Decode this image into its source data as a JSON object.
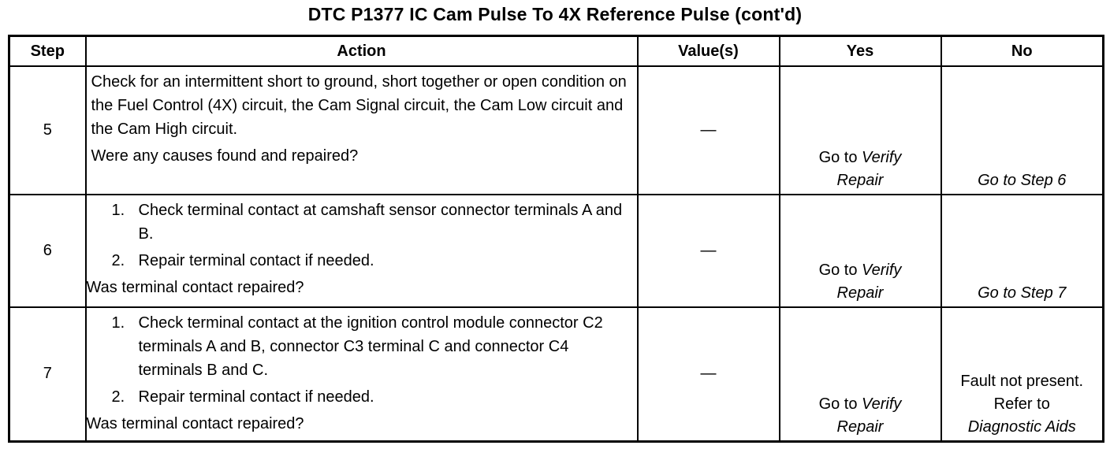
{
  "title": "DTC P1377 IC Cam Pulse To 4X Reference Pulse (cont'd)",
  "headers": {
    "step": "Step",
    "action": "Action",
    "values": "Value(s)",
    "yes": "Yes",
    "no": "No"
  },
  "rows": [
    {
      "step": "5",
      "action_text": "Check for an intermittent short to ground, short together or open condition on the Fuel Control (4X) circuit, the Cam Signal circuit, the Cam Low circuit and the Cam High circuit.",
      "question": "Were any causes found and repaired?",
      "value": "—",
      "yes_prefix": "Go to",
      "yes_link": "Verify",
      "yes_link2": "Repair",
      "no_text": "Go to Step 6"
    },
    {
      "step": "6",
      "items": [
        {
          "num": "1.",
          "text": "Check terminal contact at camshaft sensor connector terminals A and B."
        },
        {
          "num": "2.",
          "text": "Repair terminal contact if needed."
        }
      ],
      "question": "Was terminal contact repaired?",
      "value": "—",
      "yes_prefix": "Go to",
      "yes_link": "Verify",
      "yes_link2": "Repair",
      "no_text": "Go to Step 7"
    },
    {
      "step": "7",
      "items": [
        {
          "num": "1.",
          "text": "Check terminal contact at the ignition control module connector C2 terminals A and B, connector C3 terminal C and connector C4 terminals B and C."
        },
        {
          "num": "2.",
          "text": "Repair terminal contact if needed."
        }
      ],
      "question": "Was terminal contact repaired?",
      "value": "—",
      "yes_prefix": "Go to",
      "yes_link": "Verify",
      "yes_link2": "Repair",
      "no_line1": "Fault not present.",
      "no_line2": "Refer to",
      "no_line3": "Diagnostic Aids"
    }
  ]
}
